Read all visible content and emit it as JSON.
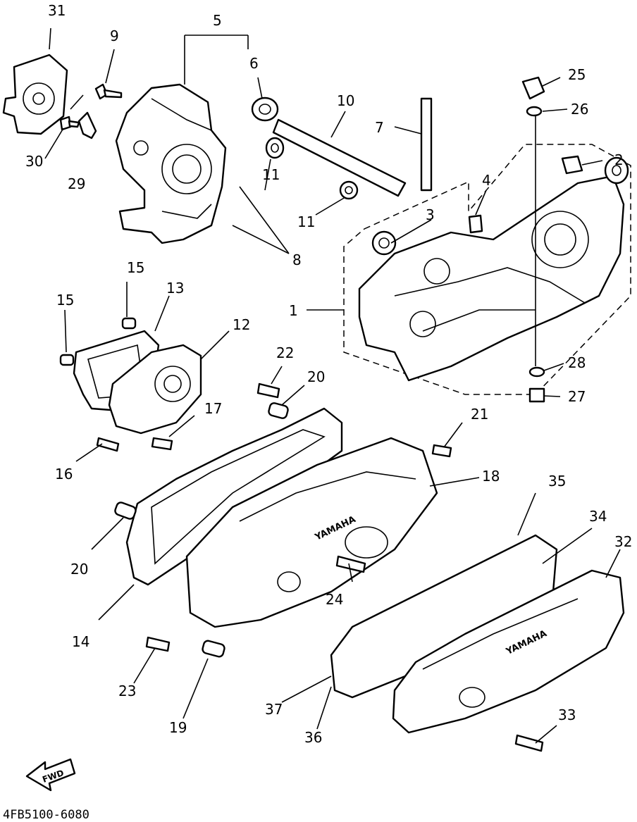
{
  "diagram": {
    "part_numbers": [
      "1",
      "2",
      "3",
      "4",
      "5",
      "6",
      "7",
      "8",
      "9",
      "10",
      "11",
      "11",
      "12",
      "13",
      "14",
      "15",
      "15",
      "16",
      "17",
      "18",
      "19",
      "20",
      "20",
      "21",
      "22",
      "23",
      "24",
      "25",
      "26",
      "27",
      "28",
      "29",
      "30",
      "31",
      "32",
      "33",
      "34",
      "35",
      "36",
      "37"
    ],
    "brand_mark_rear": "YAMAHA",
    "brand_mark_outer": "YAMAHA",
    "direction_arrow": "FWD",
    "drawing_code": "4FB5100-6080"
  }
}
